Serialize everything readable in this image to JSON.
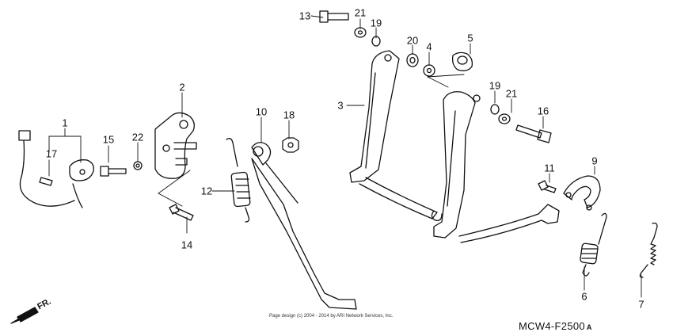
{
  "diagram": {
    "code": "MCW4-F2500",
    "code_suffix": "A",
    "copyright": "Page design (c) 2004 - 2014 by ARI Network Services, Inc.",
    "front_marker": "FR."
  },
  "parts": [
    {
      "id": "1",
      "label": "1"
    },
    {
      "id": "2",
      "label": "2"
    },
    {
      "id": "3",
      "label": "3"
    },
    {
      "id": "4",
      "label": "4"
    },
    {
      "id": "5",
      "label": "5"
    },
    {
      "id": "6",
      "label": "6"
    },
    {
      "id": "7",
      "label": "7"
    },
    {
      "id": "9",
      "label": "9"
    },
    {
      "id": "10",
      "label": "10"
    },
    {
      "id": "11",
      "label": "11"
    },
    {
      "id": "12",
      "label": "12"
    },
    {
      "id": "13",
      "label": "13"
    },
    {
      "id": "14",
      "label": "14"
    },
    {
      "id": "15",
      "label": "15"
    },
    {
      "id": "16",
      "label": "16"
    },
    {
      "id": "17",
      "label": "17"
    },
    {
      "id": "18",
      "label": "18"
    },
    {
      "id": "19a",
      "label": "19"
    },
    {
      "id": "19b",
      "label": "19"
    },
    {
      "id": "20",
      "label": "20"
    },
    {
      "id": "21a",
      "label": "21"
    },
    {
      "id": "21b",
      "label": "21"
    },
    {
      "id": "22",
      "label": "22"
    }
  ]
}
